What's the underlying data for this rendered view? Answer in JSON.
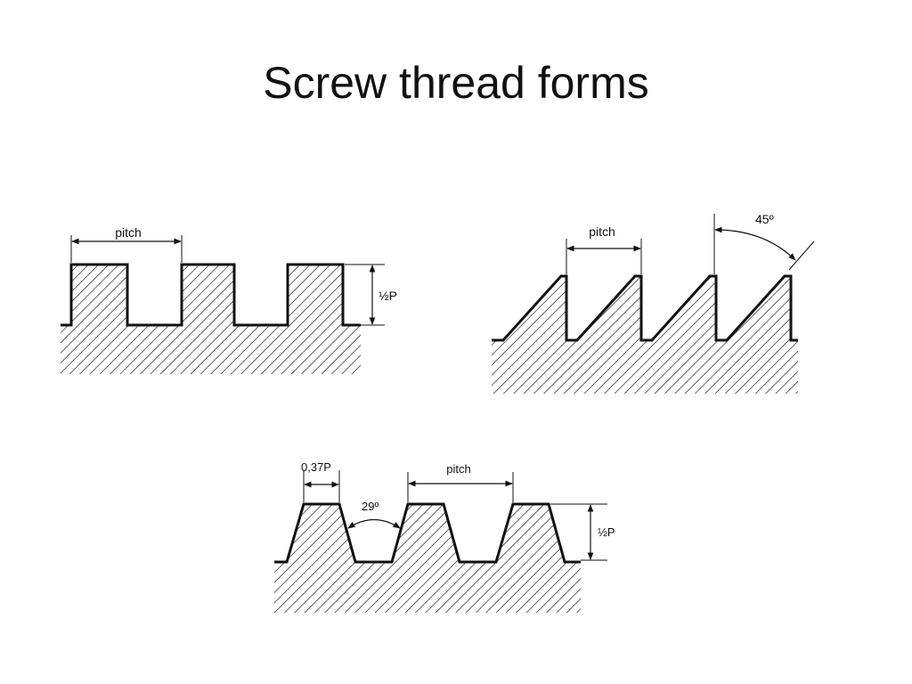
{
  "title": "Screw thread forms",
  "square_thread": {
    "pitch_label": "pitch",
    "depth_label": "½P"
  },
  "buttress_thread": {
    "pitch_label": "pitch",
    "angle_label": "45º"
  },
  "acme_thread": {
    "flat_label": "0,37P",
    "angle_label": "29º",
    "pitch_label": "pitch",
    "depth_label": "½P"
  }
}
